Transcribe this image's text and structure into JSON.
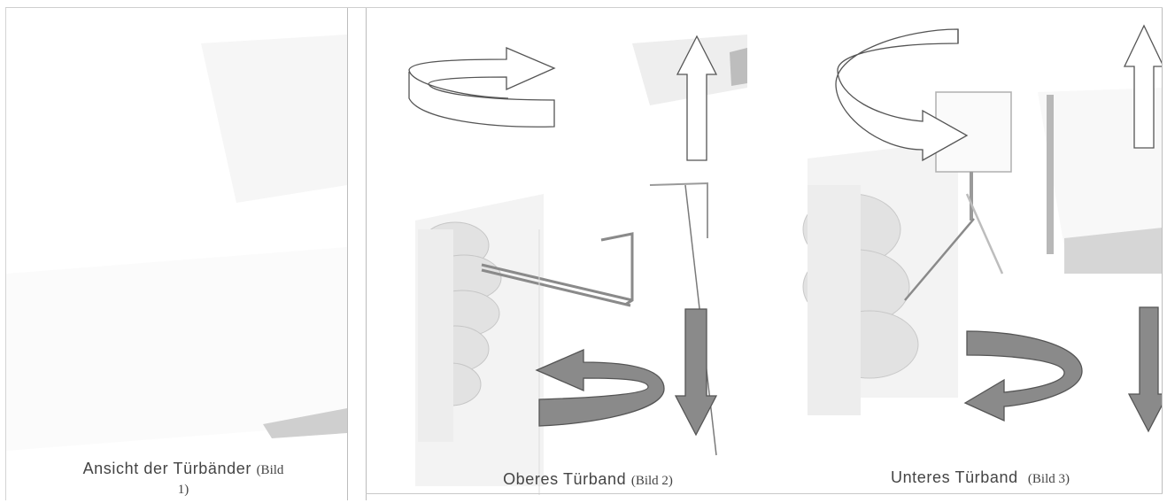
{
  "panels": [
    {
      "caption_main": "Ansicht der Türbänder",
      "caption_ref_a": "(Bild",
      "caption_ref_b": "1)"
    },
    {
      "caption_main": "Oberes Türband",
      "caption_ref": "(Bild 2)"
    },
    {
      "caption_main": "Unteres Türband",
      "caption_ref": "(Bild 3)"
    }
  ],
  "colors": {
    "arrow_outline": "#555555",
    "arrow_dark_fill": "#8a8a8a",
    "photo_tone": "#e6e6e6"
  }
}
